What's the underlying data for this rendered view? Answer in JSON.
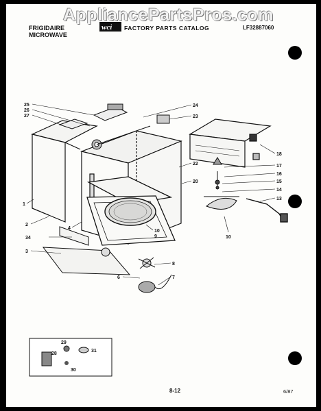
{
  "header": {
    "brand": "FRIGIDAIRE",
    "product": "MICROWAVE",
    "catalog_title": "FACTORY PARTS CATALOG",
    "model": "LF32887060"
  },
  "watermark": "AppliancePartsPros.com",
  "footer": {
    "page": "8-12",
    "date": "6/87"
  },
  "callouts": [
    {
      "id": "c25",
      "label": "25"
    },
    {
      "id": "c26",
      "label": "26"
    },
    {
      "id": "c27",
      "label": "27"
    },
    {
      "id": "c24",
      "label": "24"
    },
    {
      "id": "c23",
      "label": "23"
    },
    {
      "id": "c18",
      "label": "18"
    },
    {
      "id": "c22",
      "label": "22"
    },
    {
      "id": "c17",
      "label": "17"
    },
    {
      "id": "c16",
      "label": "16"
    },
    {
      "id": "c20",
      "label": "20"
    },
    {
      "id": "c15",
      "label": "15"
    },
    {
      "id": "c14",
      "label": "14"
    },
    {
      "id": "c13",
      "label": "13"
    },
    {
      "id": "c1",
      "label": "1"
    },
    {
      "id": "c2",
      "label": "2"
    },
    {
      "id": "c4",
      "label": "4"
    },
    {
      "id": "c34",
      "label": "34"
    },
    {
      "id": "c3",
      "label": "3"
    },
    {
      "id": "c10a",
      "label": "10"
    },
    {
      "id": "c9",
      "label": "9"
    },
    {
      "id": "c10b",
      "label": "10"
    },
    {
      "id": "c8",
      "label": "8"
    },
    {
      "id": "c6",
      "label": "6"
    },
    {
      "id": "c7",
      "label": "7"
    },
    {
      "id": "c29",
      "label": "29"
    },
    {
      "id": "c31",
      "label": "31"
    },
    {
      "id": "c28",
      "label": "28"
    },
    {
      "id": "c30",
      "label": "30"
    }
  ]
}
